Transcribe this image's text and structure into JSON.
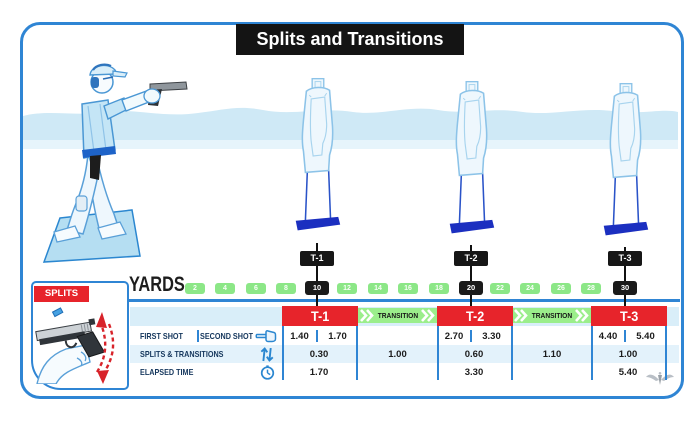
{
  "title": "Splits and Transitions",
  "splits_inset": {
    "label": "SPLITS"
  },
  "ruler": {
    "label": "YARDS",
    "markers": [
      {
        "value": "2",
        "highlight": false
      },
      {
        "value": "4",
        "highlight": false
      },
      {
        "value": "6",
        "highlight": false
      },
      {
        "value": "8",
        "highlight": false
      },
      {
        "value": "10",
        "highlight": true
      },
      {
        "value": "12",
        "highlight": false
      },
      {
        "value": "14",
        "highlight": false
      },
      {
        "value": "16",
        "highlight": false
      },
      {
        "value": "18",
        "highlight": false
      },
      {
        "value": "20",
        "highlight": true
      },
      {
        "value": "22",
        "highlight": false
      },
      {
        "value": "24",
        "highlight": false
      },
      {
        "value": "26",
        "highlight": false
      },
      {
        "value": "28",
        "highlight": false
      },
      {
        "value": "30",
        "highlight": true
      }
    ]
  },
  "targets": [
    {
      "label": "T-1"
    },
    {
      "label": "T-2"
    },
    {
      "label": "T-3"
    }
  ],
  "table": {
    "row_labels": {
      "first_shot": "FIRST SHOT",
      "second_shot": "SECOND SHOT",
      "splits": "SPLITS & TRANSITIONS",
      "elapsed": "ELAPSED TIME"
    },
    "icons": {
      "shots": "pointing-hand-icon",
      "splits": "up-down-arrows-icon",
      "elapsed": "clock-icon"
    },
    "columns": [
      {
        "type": "target",
        "label": "T-1",
        "first_shot": "1.40",
        "second_shot": "1.70",
        "split": "0.30",
        "elapsed_time": "1.70"
      },
      {
        "type": "transition",
        "label": "TRANSITION",
        "split": "1.00"
      },
      {
        "type": "target",
        "label": "T-2",
        "first_shot": "2.70",
        "second_shot": "3.30",
        "split": "0.60",
        "elapsed_time": "3.30"
      },
      {
        "type": "transition",
        "label": "TRANSITION",
        "split": "1.10"
      },
      {
        "type": "target",
        "label": "T-3",
        "first_shot": "4.40",
        "second_shot": "5.40",
        "split": "1.00",
        "elapsed_time": "5.40"
      }
    ]
  },
  "colors": {
    "frame_blue": "#2f85d4",
    "red": "#e7242b",
    "transition_green": "#9bee8b",
    "marker_green": "#8ce787",
    "terrain_band": "#cfe9f6",
    "header_band": "#d9eef9",
    "row_band": "#e3f2fb",
    "black": "#1a1a1a"
  }
}
